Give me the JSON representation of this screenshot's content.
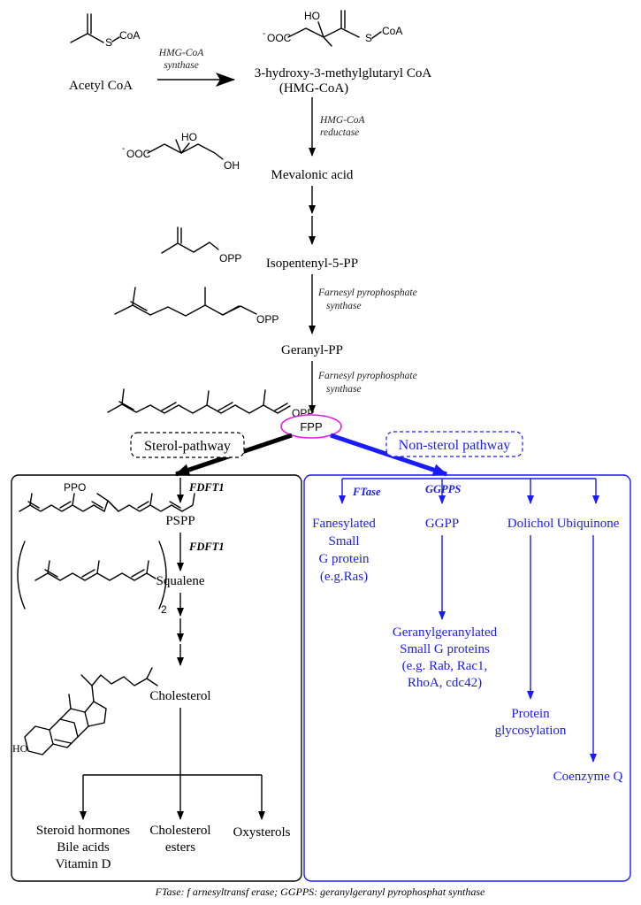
{
  "top": {
    "acetyl_coa": "Acetyl CoA",
    "acetyl_coa_group": "CoA",
    "acetyl_coa_s": "S",
    "hmg_synthase": [
      "HMG-CoA",
      "synthase"
    ],
    "hmg_coa": [
      "3-hydroxy-3-methylglutaryl CoA",
      "(HMG-CoA)"
    ],
    "hmg_struct": {
      "ho": "HO",
      "ooc": "OOC",
      "minus": "-",
      "s": "S",
      "coa": "CoA"
    },
    "hmg_reductase": [
      "HMG-CoA",
      "reductase"
    ],
    "mevalonic_acid": "Mevalonic acid",
    "mev_struct": {
      "ho": "HO",
      "oh": "OH",
      "ooc": "OOC",
      "minus": "-"
    },
    "ipp": "Isopentenyl-5-PP",
    "ipp_opp": "OPP",
    "fpp_synthase_1": [
      "Farnesyl pyrophosphate",
      "synthase"
    ],
    "geranyl_pp": "Geranyl-PP",
    "gpp_opp": "OPP",
    "fpp_synthase_2": [
      "Farnesyl pyrophosphate",
      "synthase"
    ],
    "fpp_opp": "OPP",
    "fpp": "FPP"
  },
  "pathways": {
    "sterol_label": "Sterol-pathway",
    "nonsterol_label": "Non-sterol pathway"
  },
  "sterol": {
    "fdft1_a": "FDFT1",
    "pspp": "PSPP",
    "ppo": "PPO",
    "fdft1_b": "FDFT1",
    "squalene": "Squalene",
    "squalene_sub": "2",
    "cholesterol": "Cholesterol",
    "chol_ho": "HO",
    "products": [
      [
        "Steroid hormones",
        "Bile acids",
        "Vitamin D"
      ],
      [
        "Cholesterol",
        "esters"
      ],
      [
        "Oxysterols"
      ]
    ]
  },
  "nonsterol": {
    "ftase": "FTase",
    "ggpps": "GGPPS",
    "farnesylated": [
      "Fanesylated",
      "Small",
      "G protein",
      "(e.g.Ras)"
    ],
    "ggpp": "GGPP",
    "dolichol": "Dolichol",
    "ubiquinone": "Ubiquinone",
    "geranylgeranylated": [
      "Geranylgeranylated",
      "Small G proteins",
      "(e.g. Rab, Rac1,",
      "RhoA, cdc42)"
    ],
    "protein_glyco": [
      "Protein",
      "glycosylation"
    ],
    "coenzyme_q": "Coenzyme Q"
  },
  "footnote": "FTase: f arnesyltransf erase; GGPPS: geranylgeranyl pyrophosphat synthase",
  "colors": {
    "black": "#000000",
    "blue": "#1a1aff",
    "magenta": "#e020e0"
  }
}
